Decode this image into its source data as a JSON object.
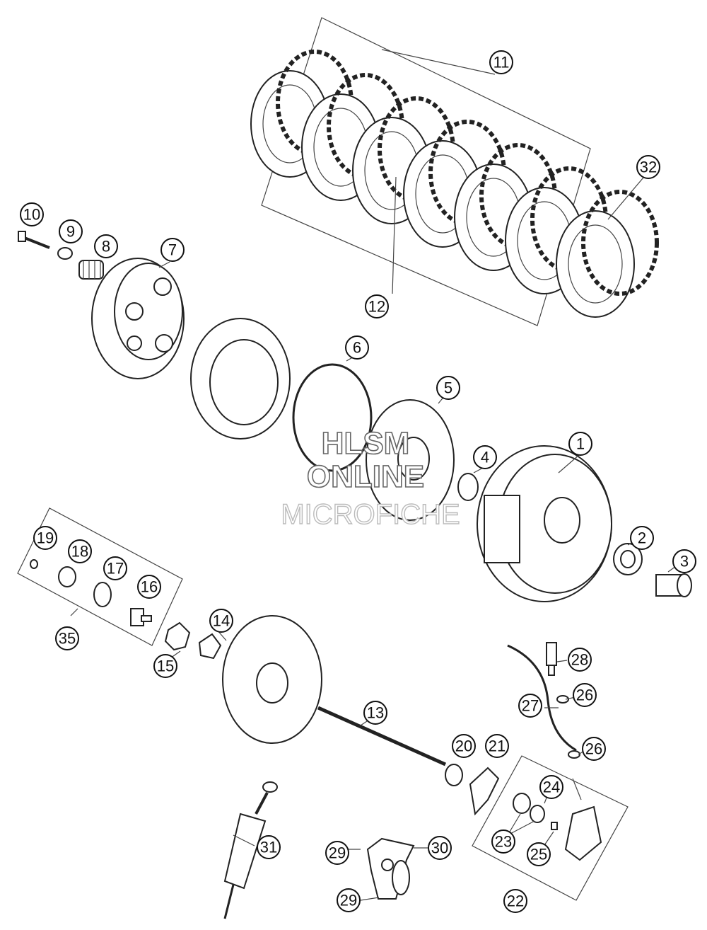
{
  "watermark": {
    "line1": "HLSM",
    "line2": "ONLINE",
    "line3": "MICROFICHE"
  },
  "callouts": [
    "1",
    "2",
    "3",
    "4",
    "5",
    "6",
    "7",
    "8",
    "9",
    "10",
    "11",
    "12",
    "13",
    "14",
    "15",
    "16",
    "17",
    "18",
    "19",
    "20",
    "21",
    "22",
    "23",
    "24",
    "25",
    "26",
    "26",
    "27",
    "28",
    "29",
    "29",
    "30",
    "31",
    "32",
    "35"
  ]
}
